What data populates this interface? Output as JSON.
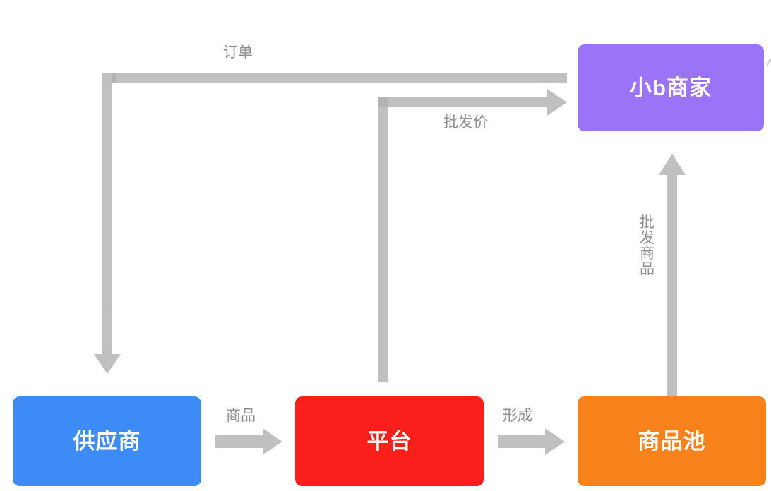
{
  "diagram": {
    "title_text": "",
    "background": "#ffffff",
    "nodes": [
      {
        "id": "supplier",
        "label": "供应商",
        "color": "#3d8bf7"
      },
      {
        "id": "platform",
        "label": "平台",
        "color": "#fb1f1c"
      },
      {
        "id": "pool",
        "label": "商品池",
        "color": "#f7821b"
      },
      {
        "id": "smallb",
        "label": "小b商家",
        "color": "#9a73f7"
      }
    ],
    "edges": [
      {
        "id": "supplier-to-platform",
        "label": "商品",
        "from": "supplier",
        "to": "platform",
        "direction": "right"
      },
      {
        "id": "platform-to-pool",
        "label": "形成",
        "from": "platform",
        "to": "pool",
        "direction": "right"
      },
      {
        "id": "pool-to-smallb",
        "label": "批发商品",
        "from": "pool",
        "to": "smallb",
        "direction": "up"
      },
      {
        "id": "platform-to-smallb",
        "label": "批发价",
        "from": "platform",
        "to": "smallb",
        "direction": "right"
      },
      {
        "id": "smallb-to-supplier",
        "label": "订单",
        "from": "smallb",
        "to": "supplier",
        "direction": "down"
      }
    ],
    "connector_color": "#c0c0c0",
    "label_color": "#8e8e8e",
    "edge_artifact": "∧"
  }
}
